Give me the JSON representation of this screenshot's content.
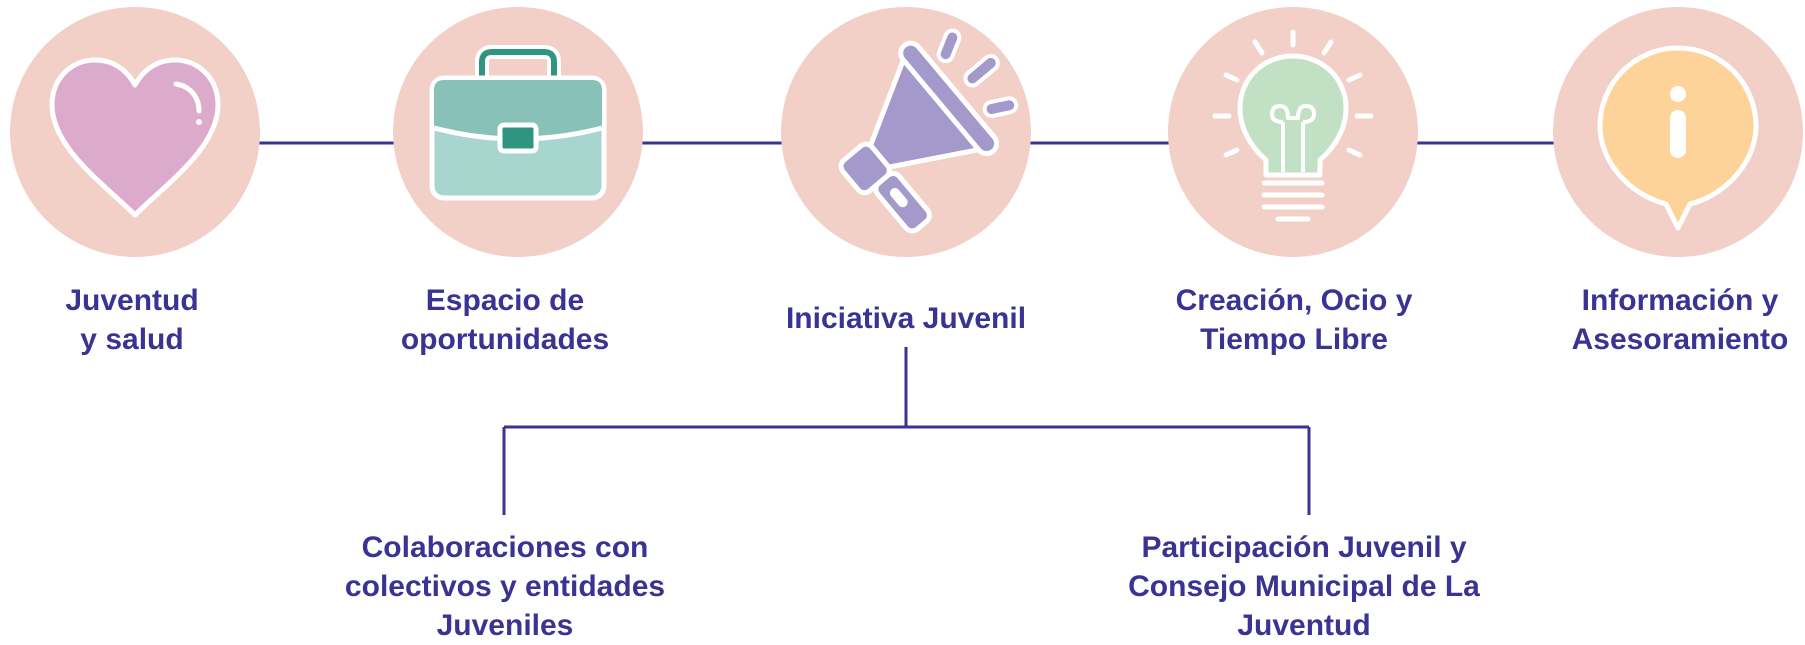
{
  "colors": {
    "circle_fill": "#f2d0c8",
    "line": "#3a3393",
    "text": "#3a3393",
    "heart": "#dcaacb",
    "briefcase_top": "#88c1b8",
    "briefcase_bottom": "#a9d5cf",
    "briefcase_accent": "#2f9580",
    "megaphone": "#a399cb",
    "bulb": "#c2e0c4",
    "info_bubble": "#fdd39a"
  },
  "top_nodes": [
    {
      "icon": "heart-icon",
      "label_lines": [
        "Juventud",
        "y salud"
      ]
    },
    {
      "icon": "briefcase-icon",
      "label_lines": [
        "Espacio de",
        "oportunidades"
      ]
    },
    {
      "icon": "megaphone-icon",
      "label_lines": [
        "Iniciativa Juvenil"
      ]
    },
    {
      "icon": "lightbulb-icon",
      "label_lines": [
        "Creación, Ocio y",
        "Tiempo Libre"
      ]
    },
    {
      "icon": "info-icon",
      "label_lines": [
        "Información y",
        "Asesoramiento"
      ]
    }
  ],
  "sub_nodes": [
    {
      "label_lines": [
        "Colaboraciones con",
        "colectivos  y entidades",
        "Juveniles"
      ]
    },
    {
      "label_lines": [
        "Participación Juvenil y",
        "Consejo Municipal de  La",
        "Juventud"
      ]
    }
  ]
}
